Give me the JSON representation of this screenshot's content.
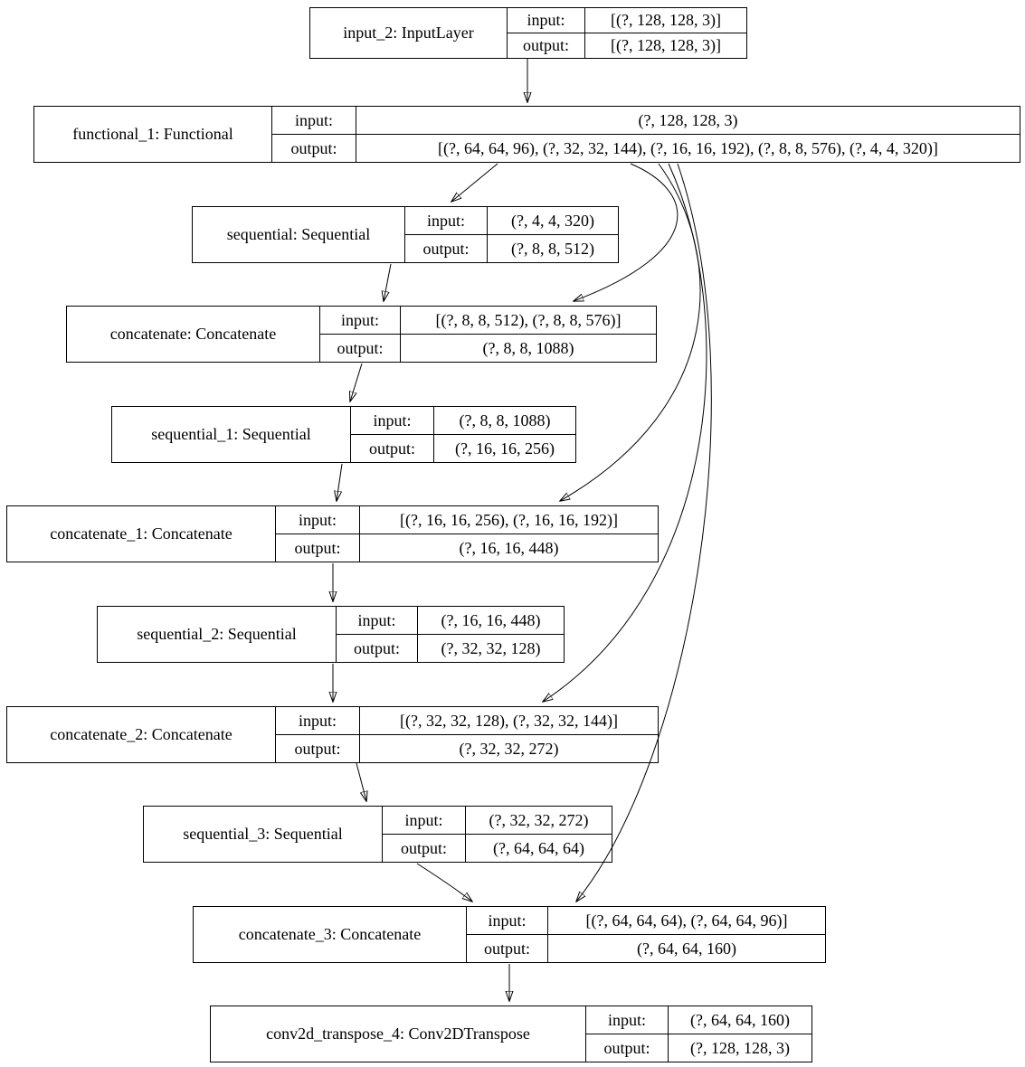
{
  "diagram": {
    "type": "keras-model-graph",
    "colors": {
      "node_border": "#000000",
      "node_fill": "#ffffff",
      "edge": "#000000",
      "text": "#000000",
      "background": "#ffffff"
    },
    "row_labels": {
      "input": "input:",
      "output": "output:"
    },
    "nodes": [
      {
        "id": "input_2",
        "label": "input_2: InputLayer",
        "input": "[(?, 128, 128, 3)]",
        "output": "[(?, 128, 128, 3)]"
      },
      {
        "id": "functional_1",
        "label": "functional_1: Functional",
        "input": "(?, 128, 128, 3)",
        "output": "[(?, 64, 64, 96), (?, 32, 32, 144), (?, 16, 16, 192), (?, 8, 8, 576), (?, 4, 4, 320)]"
      },
      {
        "id": "sequential",
        "label": "sequential: Sequential",
        "input": "(?, 4, 4, 320)",
        "output": "(?, 8, 8, 512)"
      },
      {
        "id": "concatenate",
        "label": "concatenate: Concatenate",
        "input": "[(?, 8, 8, 512), (?, 8, 8, 576)]",
        "output": "(?, 8, 8, 1088)"
      },
      {
        "id": "sequential_1",
        "label": "sequential_1: Sequential",
        "input": "(?, 8, 8, 1088)",
        "output": "(?, 16, 16, 256)"
      },
      {
        "id": "concatenate_1",
        "label": "concatenate_1: Concatenate",
        "input": "[(?, 16, 16, 256), (?, 16, 16, 192)]",
        "output": "(?, 16, 16, 448)"
      },
      {
        "id": "sequential_2",
        "label": "sequential_2: Sequential",
        "input": "(?, 16, 16, 448)",
        "output": "(?, 32, 32, 128)"
      },
      {
        "id": "concatenate_2",
        "label": "concatenate_2: Concatenate",
        "input": "[(?, 32, 32, 128), (?, 32, 32, 144)]",
        "output": "(?, 32, 32, 272)"
      },
      {
        "id": "sequential_3",
        "label": "sequential_3: Sequential",
        "input": "(?, 32, 32, 272)",
        "output": "(?, 64, 64, 64)"
      },
      {
        "id": "concatenate_3",
        "label": "concatenate_3: Concatenate",
        "input": "[(?, 64, 64, 64), (?, 64, 64, 96)]",
        "output": "(?, 64, 64, 160)"
      },
      {
        "id": "conv2d_transpose_4",
        "label": "conv2d_transpose_4: Conv2DTranspose",
        "input": "(?, 64, 64, 160)",
        "output": "(?, 128, 128, 3)"
      }
    ],
    "edges": [
      {
        "from": "input_2",
        "to": "functional_1"
      },
      {
        "from": "functional_1",
        "to": "sequential"
      },
      {
        "from": "sequential",
        "to": "concatenate"
      },
      {
        "from": "functional_1",
        "to": "concatenate"
      },
      {
        "from": "concatenate",
        "to": "sequential_1"
      },
      {
        "from": "sequential_1",
        "to": "concatenate_1"
      },
      {
        "from": "functional_1",
        "to": "concatenate_1"
      },
      {
        "from": "concatenate_1",
        "to": "sequential_2"
      },
      {
        "from": "sequential_2",
        "to": "concatenate_2"
      },
      {
        "from": "functional_1",
        "to": "concatenate_2"
      },
      {
        "from": "concatenate_2",
        "to": "sequential_3"
      },
      {
        "from": "sequential_3",
        "to": "concatenate_3"
      },
      {
        "from": "functional_1",
        "to": "concatenate_3"
      },
      {
        "from": "concatenate_3",
        "to": "conv2d_transpose_4"
      }
    ]
  }
}
